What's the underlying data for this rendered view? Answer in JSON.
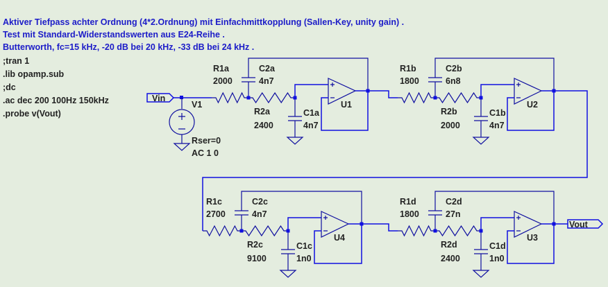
{
  "comments": [
    "Aktiver Tiefpass achter Ordnung (4*2.Ordnung) mit Einfachmittkopplung (Sallen-Key, unity gain) .",
    "Test mit Standard-Widerstandswerten aus E24-Reihe .",
    "Butterworth, fc=15 kHz, -20 dB bei 20 kHz, -33 dB bei 24 kHz ."
  ],
  "directives": [
    ";tran 1",
    ".lib opamp.sub",
    ";dc",
    ".ac dec 200 100Hz 150kHz",
    ".probe v(Vout)"
  ],
  "source": {
    "name": "V1",
    "rser": "Rser=0",
    "ac": "AC 1 0",
    "input_label": "Vin"
  },
  "output_label": "Vout",
  "stages": [
    {
      "r1": "R1a",
      "r1v": "2000",
      "c2": "C2a",
      "c2v": "4n7",
      "r2": "R2a",
      "r2v": "2400",
      "c1": "C1a",
      "c1v": "4n7",
      "u": "U1"
    },
    {
      "r1": "R1b",
      "r1v": "1800",
      "c2": "C2b",
      "c2v": "6n8",
      "r2": "R2b",
      "r2v": "2000",
      "c1": "C1b",
      "c1v": "4n7",
      "u": "U2"
    },
    {
      "r1": "R1c",
      "r1v": "2700",
      "c2": "C2c",
      "c2v": "4n7",
      "r2": "R2c",
      "r2v": "9100",
      "c1": "C1c",
      "c1v": "1n0",
      "u": "U4"
    },
    {
      "r1": "R1d",
      "r1v": "1800",
      "c2": "C2d",
      "c2v": "27n",
      "r2": "R2d",
      "r2v": "2400",
      "c1": "C1d",
      "c1v": "1n0",
      "u": "U3"
    }
  ],
  "colors": {
    "wire": "#1010e0",
    "comment": "#1c1cc8",
    "background": "#e4eddf"
  }
}
